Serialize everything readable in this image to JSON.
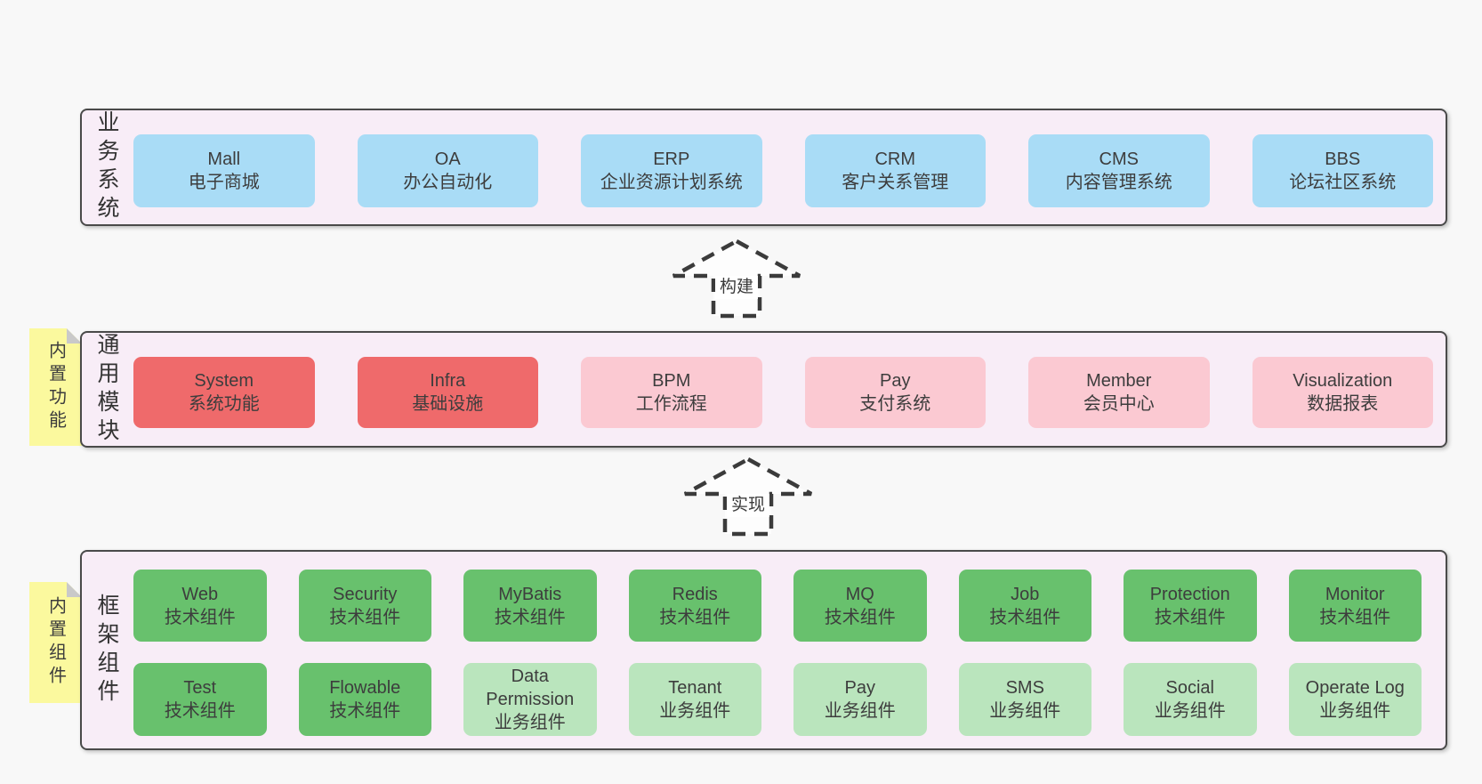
{
  "palette": {
    "page_bg": "#f8f8f8",
    "band_bg": "#f8edf7",
    "band_border": "#4a4a4a",
    "blue": "#a9dcf6",
    "red": "#ef6a6b",
    "pink": "#fbc9d2",
    "green": "#68c16d",
    "green_light": "#bae5bd",
    "note_yellow": "#fbf99e",
    "note_fold": "#c9c9c9",
    "text": "#3d3d3d"
  },
  "diagram": {
    "notes": [
      {
        "text": "内置功能",
        "attached_band": "通用模块"
      },
      {
        "text": "内置组件",
        "attached_band": "框架组件"
      }
    ],
    "arrows": [
      {
        "id": "build",
        "label": "构建",
        "direction": "up"
      },
      {
        "id": "implement",
        "label": "实现",
        "direction": "up"
      }
    ],
    "bands": [
      {
        "id": "business-systems",
        "label": "业务系统",
        "boxes": [
          {
            "name": "Mall",
            "desc": "电子商城",
            "type": "blue"
          },
          {
            "name": "OA",
            "desc": "办公自动化",
            "type": "blue"
          },
          {
            "name": "ERP",
            "desc": "企业资源计划系统",
            "type": "blue"
          },
          {
            "name": "CRM",
            "desc": "客户关系管理",
            "type": "blue"
          },
          {
            "name": "CMS",
            "desc": "内容管理系统",
            "type": "blue"
          },
          {
            "name": "BBS",
            "desc": "论坛社区系统",
            "type": "blue"
          }
        ]
      },
      {
        "id": "common-modules",
        "label": "通用模块",
        "boxes": [
          {
            "name": "System",
            "desc": "系统功能",
            "type": "red"
          },
          {
            "name": "Infra",
            "desc": "基础设施",
            "type": "red"
          },
          {
            "name": "BPM",
            "desc": "工作流程",
            "type": "pink"
          },
          {
            "name": "Pay",
            "desc": "支付系统",
            "type": "pink"
          },
          {
            "name": "Member",
            "desc": "会员中心",
            "type": "pink"
          },
          {
            "name": "Visualization",
            "desc": "数据报表",
            "type": "pink"
          }
        ]
      },
      {
        "id": "framework-components",
        "label": "框架组件",
        "rows": [
          [
            {
              "name": "Web",
              "desc": "技术组件",
              "type": "green"
            },
            {
              "name": "Security",
              "desc": "技术组件",
              "type": "green"
            },
            {
              "name": "MyBatis",
              "desc": "技术组件",
              "type": "green"
            },
            {
              "name": "Redis",
              "desc": "技术组件",
              "type": "green"
            },
            {
              "name": "MQ",
              "desc": "技术组件",
              "type": "green"
            },
            {
              "name": "Job",
              "desc": "技术组件",
              "type": "green"
            },
            {
              "name": "Protection",
              "desc": "技术组件",
              "type": "green"
            },
            {
              "name": "Monitor",
              "desc": "技术组件",
              "type": "green"
            }
          ],
          [
            {
              "name": "Test",
              "desc": "技术组件",
              "type": "green"
            },
            {
              "name": "Flowable",
              "desc": "技术组件",
              "type": "green"
            },
            {
              "name": "Data Permission",
              "desc": "业务组件",
              "type": "green-light"
            },
            {
              "name": "Tenant",
              "desc": "业务组件",
              "type": "green-light"
            },
            {
              "name": "Pay",
              "desc": "业务组件",
              "type": "green-light"
            },
            {
              "name": "SMS",
              "desc": "业务组件",
              "type": "green-light"
            },
            {
              "name": "Social",
              "desc": "业务组件",
              "type": "green-light"
            },
            {
              "name": "Operate Log",
              "desc": "业务组件",
              "type": "green-light"
            }
          ]
        ]
      }
    ]
  }
}
